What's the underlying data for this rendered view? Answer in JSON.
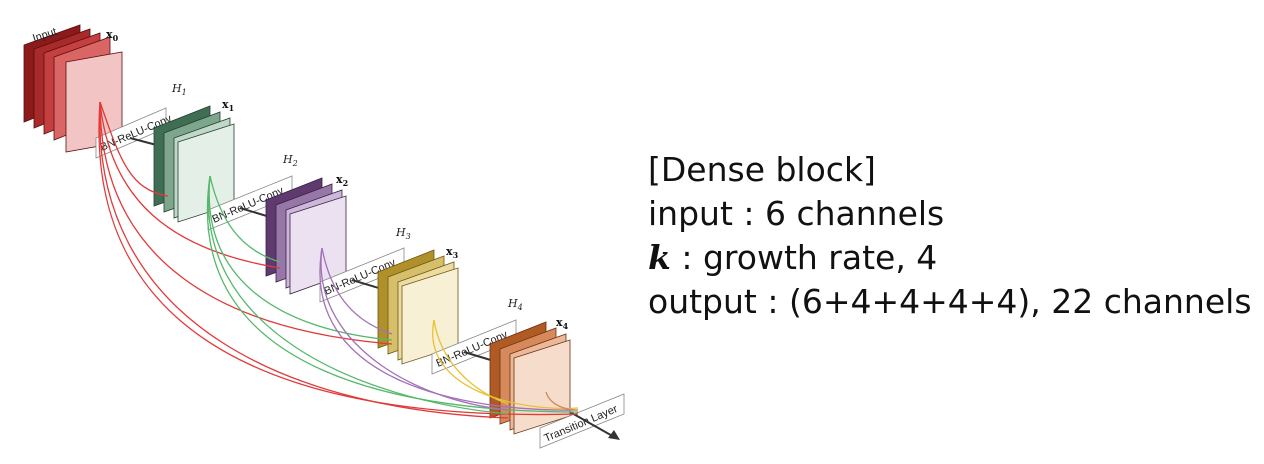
{
  "diagram": {
    "input_label": "Input",
    "x_labels": [
      "x0",
      "x1",
      "x2",
      "x3",
      "x4"
    ],
    "x_subs": [
      "0",
      "1",
      "2",
      "3",
      "4"
    ],
    "h_labels": [
      "H",
      "H",
      "H",
      "H"
    ],
    "h_subs": [
      "1",
      "2",
      "3",
      "4"
    ],
    "op_label": "BN-ReLU-Conv",
    "transition_label": "Transition Layer",
    "colors": {
      "input": [
        "#8b1a1a",
        "#a82a2a",
        "#c44040",
        "#d96565",
        "#f3c4c4"
      ],
      "x1": [
        "#3f6e55",
        "#7ea68d",
        "#bfd8c8",
        "#e4efe8"
      ],
      "x2": [
        "#5e3a6e",
        "#9677a8",
        "#cdb7d8",
        "#ece1f1"
      ],
      "x3": [
        "#b0902a",
        "#d6bf6a",
        "#ecdca2",
        "#f8f0d4"
      ],
      "x4": [
        "#b05a24",
        "#d68a5c",
        "#ecb898",
        "#f6dccb"
      ],
      "red_edge": "#e03a3a",
      "green_edge": "#55b86a",
      "purple_edge": "#a272b8",
      "yellow_edge": "#e8c234"
    }
  },
  "description": {
    "line1": "[Dense block]",
    "line2": "input : 6 channels",
    "line3_var": "k",
    "line3_rest": " : growth rate, 4",
    "line4": "output : (6+4+4+4+4), 22 channels"
  }
}
